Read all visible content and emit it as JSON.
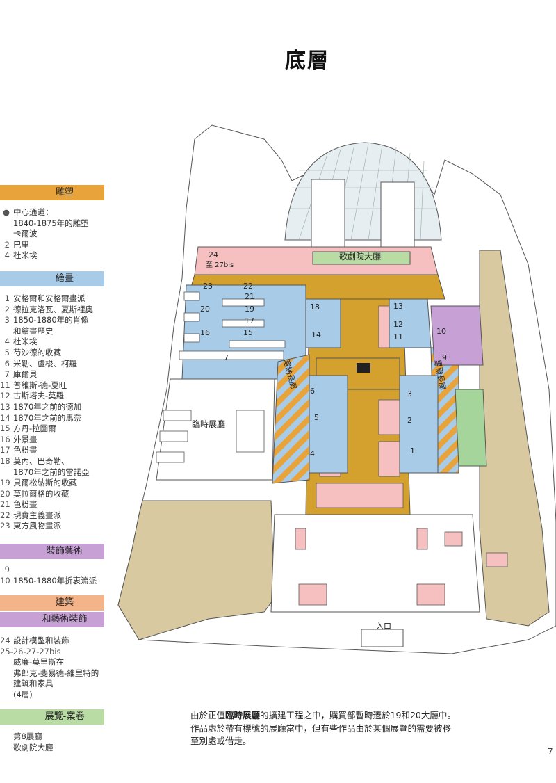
{
  "page_title": "底層",
  "legend": {
    "sculpture": {
      "header": "雕塑",
      "items": [
        {
          "num": "●",
          "text": "中心通道："
        },
        {
          "num": "",
          "text": "1840-1875年的雕塑"
        },
        {
          "num": "",
          "text": "卡爾波"
        },
        {
          "num": "2",
          "text": "巴里"
        },
        {
          "num": "4",
          "text": "杜米埃"
        }
      ]
    },
    "painting": {
      "header": "繪畫",
      "items": [
        {
          "num": "1",
          "text": "安格爾和安格爾畫派"
        },
        {
          "num": "2",
          "text": "德拉克洛瓦、夏斯裡奧"
        },
        {
          "num": "3",
          "text": "1850-1880年的肖像"
        },
        {
          "num": "",
          "text": "和繪畫歷史"
        },
        {
          "num": "4",
          "text": "杜米埃"
        },
        {
          "num": "5",
          "text": "芍沙德的收藏"
        },
        {
          "num": "6",
          "text": "米勒、盧梭、柯羅"
        },
        {
          "num": "7",
          "text": "庫爾貝"
        },
        {
          "num": "11",
          "text": "普維斯-德-夏旺"
        },
        {
          "num": "12",
          "text": "古斯塔夫-莫羅"
        },
        {
          "num": "13",
          "text": "1870年之前的德加"
        },
        {
          "num": "14",
          "text": "1870年之前的馬奈"
        },
        {
          "num": "15",
          "text": "方丹-拉圖爾"
        },
        {
          "num": "16",
          "text": "外景畫"
        },
        {
          "num": "17",
          "text": "色粉畫"
        },
        {
          "num": "18",
          "text": "莫內、巴奇勒、"
        },
        {
          "num": "",
          "text": "1870年之前的雷諾亞"
        },
        {
          "num": "19",
          "text": "貝爾松納斯的收藏"
        },
        {
          "num": "20",
          "text": "莫拉爾格的收藏"
        },
        {
          "num": "21",
          "text": "色粉畫"
        },
        {
          "num": "22",
          "text": "現實主義畫派"
        },
        {
          "num": "23",
          "text": "東方風物畫派"
        }
      ]
    },
    "decorative": {
      "header": "裝飾藝術",
      "items": [
        {
          "num": "9",
          "text": ""
        },
        {
          "num": "10",
          "text": "1850-1880年折衷流派"
        }
      ]
    },
    "architecture": {
      "header1": "建築",
      "header2": "和藝術裝飾",
      "items": [
        {
          "num": "24",
          "text": "設計模型和裝飾"
        },
        {
          "num": "25-26-27-27bis",
          "text": ""
        },
        {
          "num": "",
          "text": "威廉-莫里斯在"
        },
        {
          "num": "",
          "text": "弗郎克-斐易德-維里特的"
        },
        {
          "num": "",
          "text": "建筑和家具"
        },
        {
          "num": "",
          "text": "(4層)"
        }
      ]
    },
    "exhibition": {
      "header": "展覽-案卷",
      "items": [
        {
          "num": "",
          "text": "第8展廳"
        },
        {
          "num": "",
          "text": "歌劇院大廳"
        }
      ]
    }
  },
  "map_labels": {
    "opera_hall": "歌劇院大廳",
    "temporary_hall": "臨時展廳",
    "seine_gallery": "塞納長廊",
    "lille_gallery": "里爾長廊",
    "entrance": "入口",
    "room_24": "24",
    "room_27bis": "至 27bis",
    "room_numbers": [
      "23",
      "22",
      "21",
      "20",
      "19",
      "18",
      "17",
      "16",
      "15",
      "14",
      "13",
      "12",
      "11",
      "10",
      "9",
      "7",
      "6",
      "5",
      "4",
      "3",
      "2",
      "1"
    ]
  },
  "footer_note": {
    "line1_pre": "由於正值",
    "line1_bold": "臨時展廳",
    "line1_post": "的擴建工程之中，購買部暫時遷於19和20大廳中。",
    "line2": "作品處於帶有標號的展廳當中，但有些作品由於某個展覽的需要被移",
    "line3": "至別處或借走。"
  },
  "page_number": "7",
  "colors": {
    "sculpture": "#e8a33a",
    "painting": "#a8cce8",
    "decorative": "#c7a1d6",
    "architecture_top": "#f4b48a",
    "architecture_bottom": "#c7a1d6",
    "exhibition": "#b9dba4",
    "central_aisle": "#d4a12f",
    "pink_floor": "#f6c0c0",
    "beige_wall": "#d9c9a0",
    "green_room": "#a5d59a"
  }
}
